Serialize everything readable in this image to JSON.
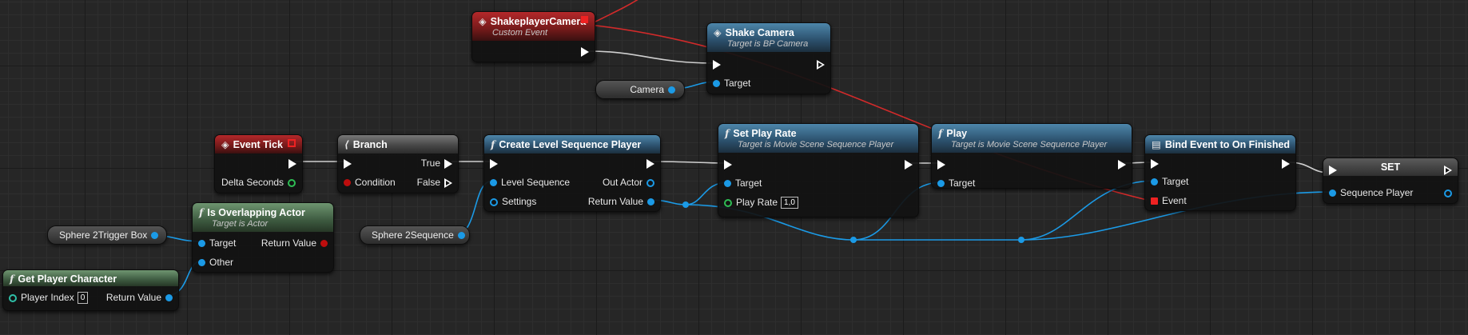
{
  "nodes": {
    "shakeplayer_event": {
      "title": "ShakeplayerCamera",
      "subtitle": "Custom Event"
    },
    "shake_camera": {
      "title": "Shake Camera",
      "subtitle": "Target is BP Camera",
      "pin_target": "Target"
    },
    "camera_var": {
      "label": "Camera"
    },
    "event_tick": {
      "title": "Event Tick",
      "pin_delta": "Delta Seconds"
    },
    "branch": {
      "title": "Branch",
      "pin_condition": "Condition",
      "pin_true": "True",
      "pin_false": "False"
    },
    "create_lsp": {
      "title": "Create Level Sequence Player",
      "pin_level_sequence": "Level Sequence",
      "pin_settings": "Settings",
      "pin_out_actor": "Out Actor",
      "pin_return": "Return Value"
    },
    "set_play_rate": {
      "title": "Set Play Rate",
      "subtitle": "Target is Movie Scene Sequence Player",
      "pin_target": "Target",
      "pin_play_rate": "Play Rate",
      "play_rate_value": "1,0"
    },
    "play": {
      "title": "Play",
      "subtitle": "Target is Movie Scene Sequence Player",
      "pin_target": "Target"
    },
    "bind_event": {
      "title": "Bind Event to On Finished",
      "pin_target": "Target",
      "pin_event": "Event"
    },
    "set": {
      "title": "SET",
      "pin_sequence_player": "Sequence Player"
    },
    "is_overlapping": {
      "title": "Is Overlapping Actor",
      "subtitle": "Target is Actor",
      "pin_target": "Target",
      "pin_other": "Other",
      "pin_return": "Return Value"
    },
    "sphere_trigger_var": {
      "label": "Sphere 2Trigger Box"
    },
    "sphere_sequence_var": {
      "label": "Sphere 2Sequence"
    },
    "get_player_character": {
      "title": "Get Player Character",
      "pin_player_index": "Player Index",
      "player_index_value": "0",
      "pin_return": "Return Value"
    }
  },
  "icons": {
    "event": "diamond-icon",
    "function": "function-f-icon",
    "branch": "branch-icon",
    "bind_event": "bind-event-icon"
  },
  "colors": {
    "background": "#262626",
    "exec_wire": "#d8d8d8",
    "object_wire": "#1b9ae6",
    "delegate_wire": "#d12a2a",
    "function_header": "#2b4f6b",
    "event_header": "#741a1a",
    "pure_header": "#3d5a40"
  }
}
